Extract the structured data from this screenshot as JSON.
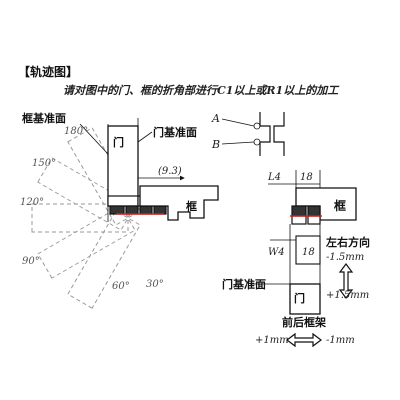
{
  "heading": "【轨迹图】",
  "instruction": "请对图中的门、框的折角部进行C1以上或R1以上的加工",
  "left": {
    "frame_ref_label": "框基准面",
    "door_ref_label": "门基准面",
    "door_label": "门",
    "frame_label": "框",
    "dim_label": "(9.3)",
    "angles": [
      "180°",
      "150°",
      "120°",
      "90°",
      "60°",
      "30°"
    ]
  },
  "right": {
    "point_a": "A",
    "point_b": "B",
    "dim_l4": "L4",
    "dim_18_top": "18",
    "dim_w4": "W4",
    "dim_18_bottom": "18",
    "frame_label": "框",
    "door_label": "门",
    "lr_direction": "左右方向",
    "minus_value": "-1.5mm",
    "plus_value": "+1.5mm",
    "door_ref_label": "门基准面",
    "fb_frame": "前后框架",
    "plus_1": "+1mm",
    "minus_1": "-1mm"
  },
  "colors": {
    "ink": "#111111",
    "dash": "#9a9a9a",
    "accent": "#cc2222"
  }
}
